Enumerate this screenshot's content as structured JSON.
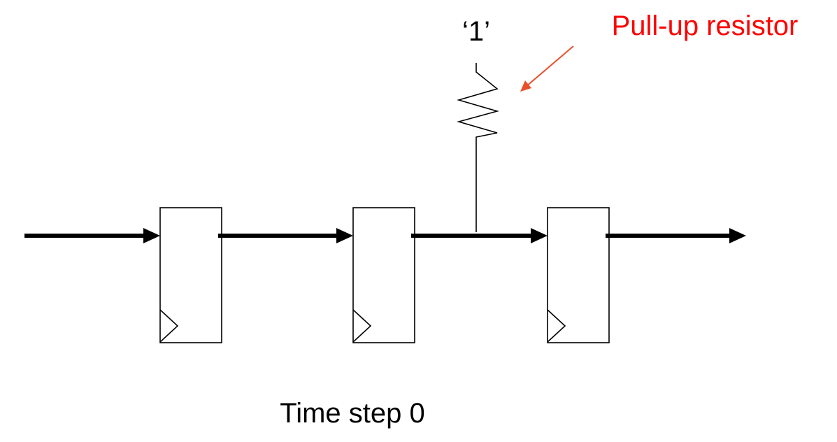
{
  "supply_label": "‘1’",
  "resistor_label": "Pull-up resistor",
  "caption": "Time step 0",
  "colors": {
    "annotation": "#ff0000",
    "arrow": "#e8502a",
    "line": "#000000"
  }
}
